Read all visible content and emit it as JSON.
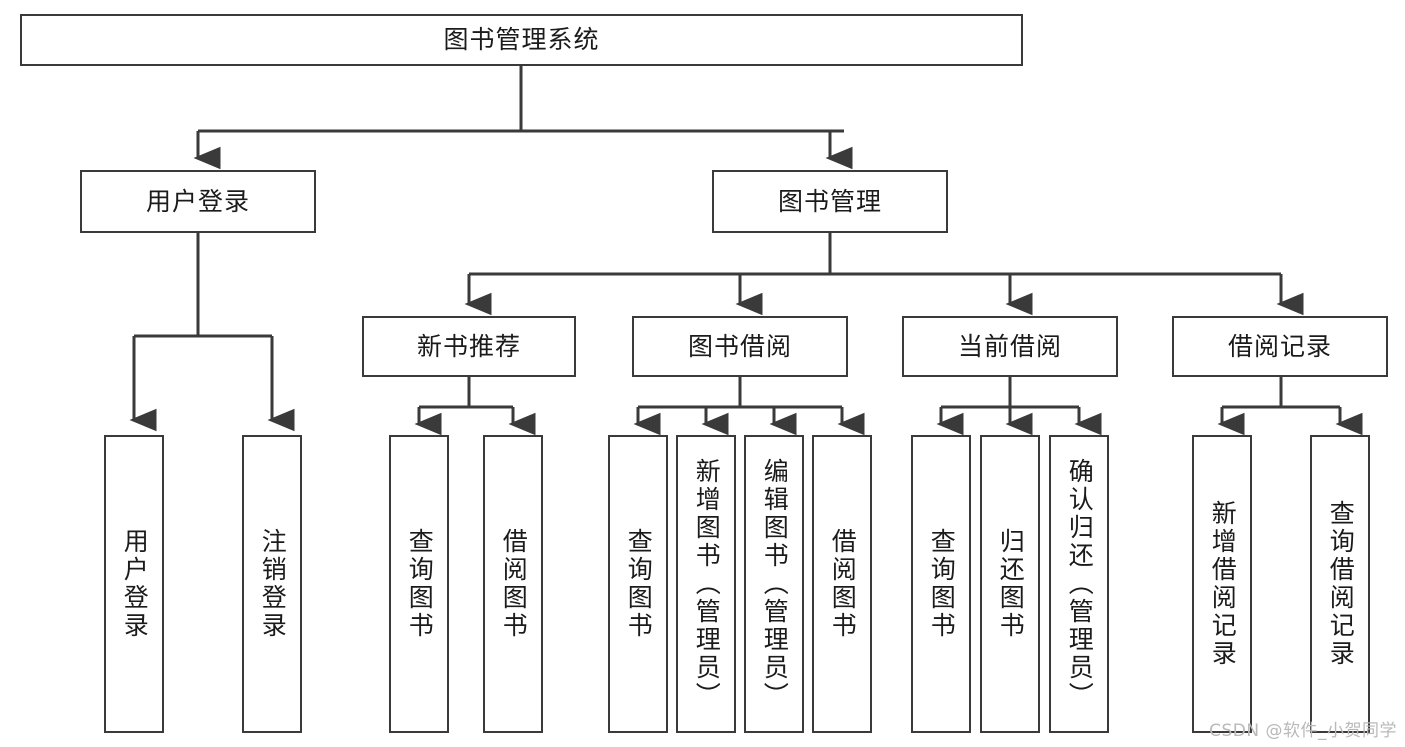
{
  "diagram": {
    "title": "图书管理系统",
    "type": "tree-hierarchy-diagram",
    "root": {
      "id": "root",
      "label": "图书管理系统"
    },
    "level2": [
      {
        "id": "user-login",
        "label": "用户登录"
      },
      {
        "id": "book-management",
        "label": "图书管理"
      }
    ],
    "level3": [
      {
        "id": "new-book-recommend",
        "label": "新书推荐"
      },
      {
        "id": "book-borrow",
        "label": "图书借阅"
      },
      {
        "id": "current-borrow",
        "label": "当前借阅"
      },
      {
        "id": "borrow-record",
        "label": "借阅记录"
      }
    ],
    "leaves": {
      "user_login": [
        {
          "id": "leaf-user-login",
          "label": "用户登录"
        },
        {
          "id": "leaf-logout-login",
          "label": "注销登录"
        }
      ],
      "new_book_recommend": [
        {
          "id": "leaf-query-book-1",
          "label": "查询图书"
        },
        {
          "id": "leaf-borrow-book-1",
          "label": "借阅图书"
        }
      ],
      "book_borrow": [
        {
          "id": "leaf-query-book-2",
          "label": "查询图书"
        },
        {
          "id": "leaf-add-book",
          "label": "新增图书（管理员）"
        },
        {
          "id": "leaf-edit-book",
          "label": "编辑图书（管理员）"
        },
        {
          "id": "leaf-borrow-book-2",
          "label": "借阅图书"
        }
      ],
      "current_borrow": [
        {
          "id": "leaf-query-book-3",
          "label": "查询图书"
        },
        {
          "id": "leaf-return-book",
          "label": "归还图书"
        },
        {
          "id": "leaf-confirm-return",
          "label": "确认归还（管理员）"
        }
      ],
      "borrow_record": [
        {
          "id": "leaf-add-record",
          "label": "新增借阅记录"
        },
        {
          "id": "leaf-query-record",
          "label": "查询借阅记录"
        }
      ]
    }
  },
  "watermark": {
    "text": "CSDN @软件_小贺同学"
  },
  "colors": {
    "stroke": "#3a3a3a",
    "text": "#1b1b1b",
    "background": "#ffffff",
    "watermark": "#b9b9b9"
  }
}
